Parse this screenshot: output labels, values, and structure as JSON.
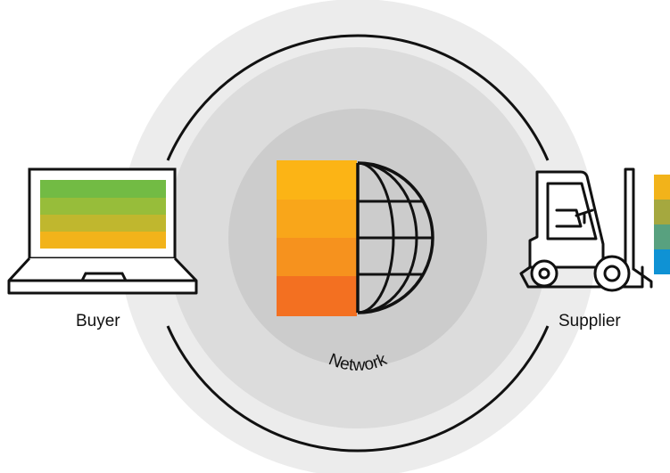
{
  "labels": {
    "buyer": "Buyer",
    "supplier": "Supplier",
    "network": "Network"
  },
  "colors": {
    "ring_outer": "#ececec",
    "ring_middle": "#dcdcdc",
    "ring_inner": "#cccccc",
    "connector": "#111111",
    "globe_bands": [
      "#fcb415",
      "#f9a61a",
      "#f6921e",
      "#f37021"
    ],
    "screen_bands": [
      "#72bb44",
      "#97bd3a",
      "#c0b72e",
      "#f2b31a"
    ],
    "supplier_bars": [
      "#f2b31a",
      "#a5a83f",
      "#58a17f",
      "#0f92d4"
    ]
  },
  "icons": {
    "buyer": "laptop-icon",
    "network": "globe-icon",
    "supplier": "forklift-icon"
  }
}
